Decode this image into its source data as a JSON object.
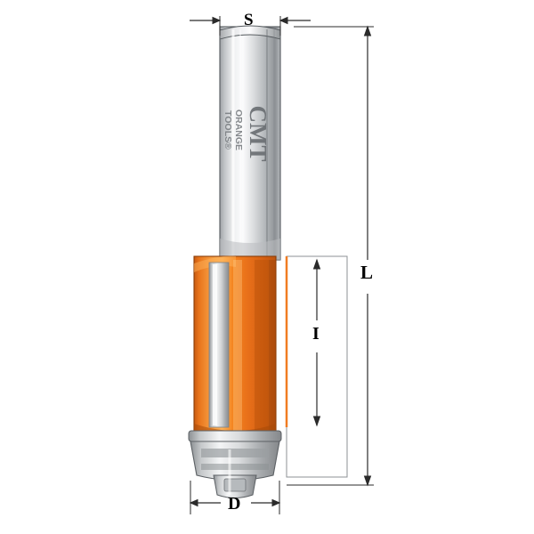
{
  "page": {
    "title": "Router bit technical drawing",
    "background_color": "#ffffff"
  },
  "dimensions": {
    "shank_label": "S",
    "length_label": "L",
    "cutting_length_label": "I",
    "diameter_label": "D"
  },
  "product": {
    "brand": "CMT",
    "brand_line_1": "ORANGE",
    "brand_line_2": "TOOLS",
    "brand_mark": "®",
    "body_color": "#f07c22",
    "steel_color": "#c9cbcd",
    "steel_light": "#f2f3f4",
    "steel_dark": "#8d9195",
    "carbide_color": "#d8d9db",
    "outline_color": "#2b2b2b"
  },
  "icons": {
    "arrow_up": "arrow-up-icon",
    "arrow_down": "arrow-down-icon",
    "arrow_left": "arrow-left-icon",
    "arrow_right": "arrow-right-icon"
  }
}
